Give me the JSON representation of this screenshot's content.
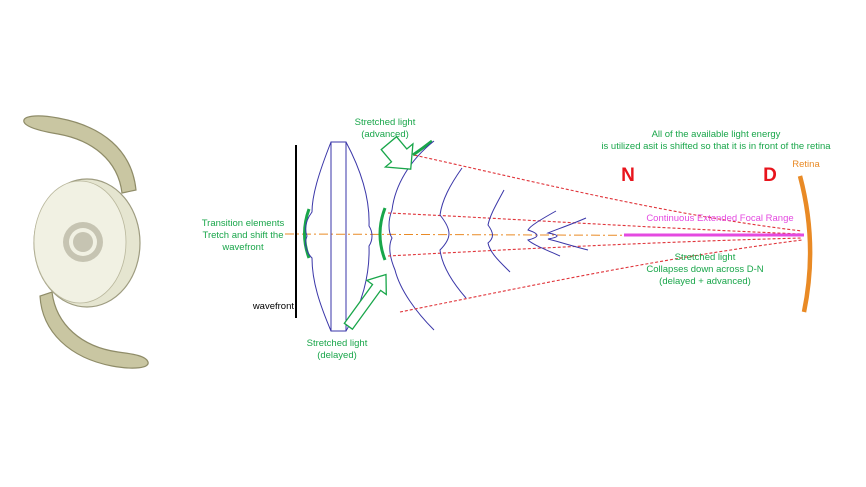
{
  "labels": {
    "transition": [
      "Transition elements",
      "Tretch and shift the",
      "wavefront"
    ],
    "stretched_advanced": [
      "Stretched light",
      "(advanced)"
    ],
    "stretched_delayed": [
      "Stretched light",
      "(delayed)"
    ],
    "wavefront": "wavefront",
    "available_energy": [
      "All of the available  light energy",
      "is utilized asit is shifted so that it is in front of the retina"
    ],
    "letter_n": "N",
    "letter_d": "D",
    "retina": "Retina",
    "focal_range": "Continuous  Extended Focal Range",
    "collapses": [
      "Stretched light",
      "Collapses down across D-N",
      "(delayed + advanced)"
    ]
  },
  "colors": {
    "annotation_green": "#19a64a",
    "lens_blue": "#3a36a8",
    "ray_red": "#e0343a",
    "axis_orange": "#e98a25",
    "focus_magenta": "#e44ae0",
    "nd_red": "#e8141c"
  }
}
